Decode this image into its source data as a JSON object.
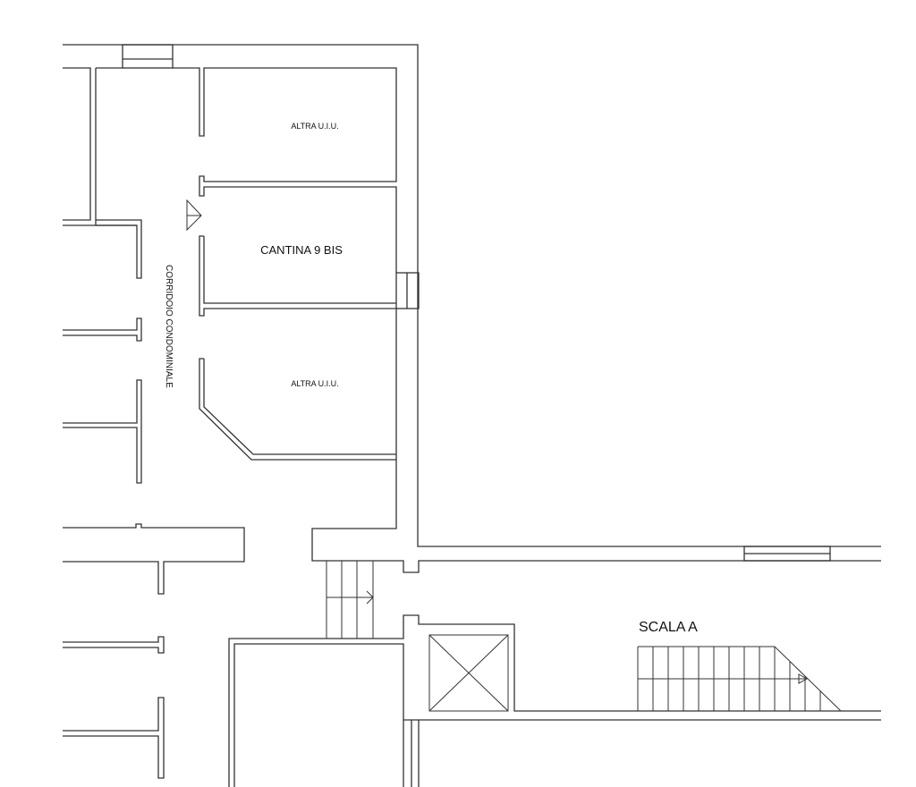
{
  "labels": {
    "room_top": "ALTRA U.I.U.",
    "room_main": "CANTINA 9 BIS",
    "room_bottom": "ALTRA U.I.U.",
    "corridor": "CORRIDOIO CONDOMINIALE",
    "stair": "SCALA A"
  },
  "colors": {
    "line": "#333333",
    "background": "#ffffff"
  }
}
